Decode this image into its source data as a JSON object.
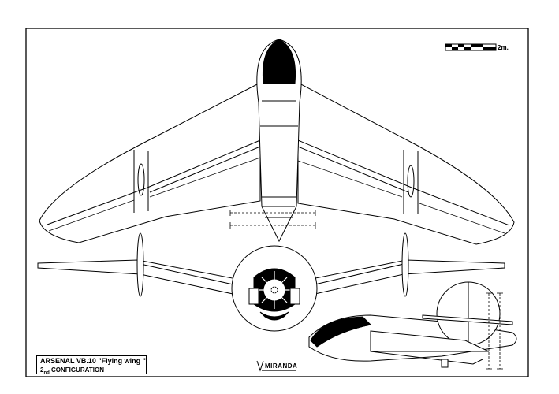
{
  "title_block": {
    "line1": "ARSENAL VB.10 \"Flying wing \"",
    "line2_prefix": "2",
    "line2_sub": "nd",
    "line2_rest": " CONFIGURATION"
  },
  "scale": {
    "label": "2m."
  },
  "logo": {
    "text": "MIRANDA",
    "mark": "V"
  },
  "colors": {
    "ink": "#000000",
    "paper": "#ffffff"
  }
}
